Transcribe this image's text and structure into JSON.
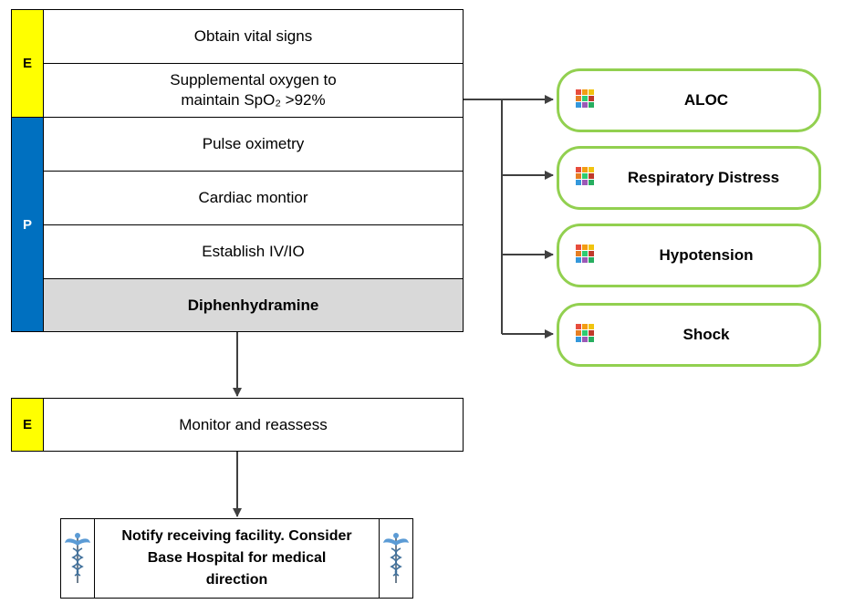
{
  "protocol": {
    "block1": {
      "sections": [
        {
          "letter": "E",
          "steps": [
            "Obtain vital signs",
            "Supplemental oxygen to maintain SpO₂ >92%"
          ]
        },
        {
          "letter": "P",
          "steps": [
            "Pulse oximetry",
            "Cardiac montior",
            "Establish IV/IO",
            "Diphenhydramine"
          ]
        }
      ]
    },
    "block2": {
      "letter": "E",
      "step": "Monitor and reassess"
    },
    "notify": "Notify receiving facility. Consider Base Hospital for medical direction"
  },
  "outcomes": [
    "ALOC",
    "Respiratory Distress",
    "Hypotension",
    "Shock"
  ],
  "colors": {
    "e_section": "#ffff00",
    "p_section": "#0070c0",
    "medication_fill": "#d9d9d9",
    "outcome_border": "#92d050",
    "arrow": "#404040"
  },
  "icons": {
    "outcome": "protocol-grid-icon",
    "notify": "caduceus-icon"
  }
}
